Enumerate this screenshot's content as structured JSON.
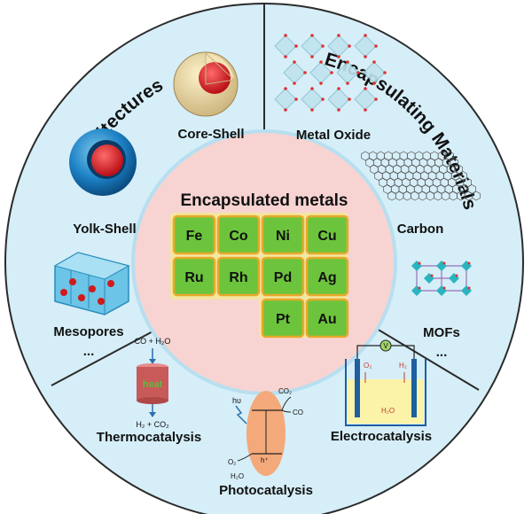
{
  "center_title": "Encapsulated metals",
  "metals": [
    [
      "Fe",
      "Co",
      "Ni",
      "Cu"
    ],
    [
      "Ru",
      "Rh",
      "Pd",
      "Ag"
    ],
    [
      "",
      "",
      "Pt",
      "Au"
    ]
  ],
  "sectors": {
    "architectures": {
      "title": "Architectures",
      "items": [
        "Core-Shell",
        "Yolk-Shell",
        "Mesopores"
      ],
      "more": "..."
    },
    "materials": {
      "title": "Encapsulating Materials",
      "items": [
        "Metal Oxide",
        "Carbon",
        "MOFs"
      ],
      "more": "..."
    },
    "catalysis": {
      "items": [
        "Thermocatalysis",
        "Photocatalysis",
        "Electrocatalysis"
      ]
    }
  },
  "thermo": {
    "top": "CO + H₂O",
    "heat": "heat",
    "bottom": "H₂ + CO₂"
  },
  "photo": {
    "hv": "hυ",
    "co2": "CO₂",
    "co": "CO",
    "hplus": "h⁺",
    "o2": "O₂",
    "h2o": "H₂O"
  },
  "electro": {
    "v": "V",
    "o2": "O₂",
    "h2": "H₂",
    "h2o": "H₂O"
  },
  "colors": {
    "outer_ring": "#d6eef8",
    "center": "#f7d4d2",
    "center_ring": "#b7dff0",
    "tile": "#6cc43c",
    "tile_border": "#e8a92a",
    "tile_panel": "#f4e6a0"
  }
}
